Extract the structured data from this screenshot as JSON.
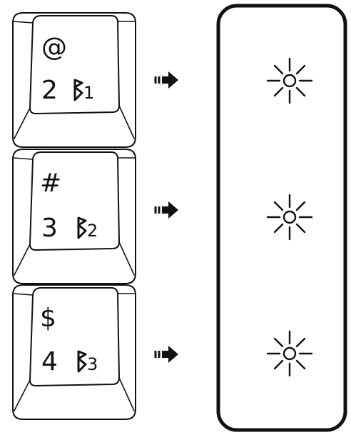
{
  "keys": [
    {
      "shift_symbol": "@",
      "number": "2",
      "device_label": "1"
    },
    {
      "shift_symbol": "#",
      "number": "3",
      "device_label": "2"
    },
    {
      "shift_symbol": "$",
      "number": "4",
      "device_label": "3"
    }
  ],
  "icons": {
    "arrow": "arrow-right-icon",
    "led": "led-light-icon",
    "bluetooth": "bluetooth-icon"
  },
  "colors": {
    "line": "#111111",
    "background": "#ffffff"
  }
}
